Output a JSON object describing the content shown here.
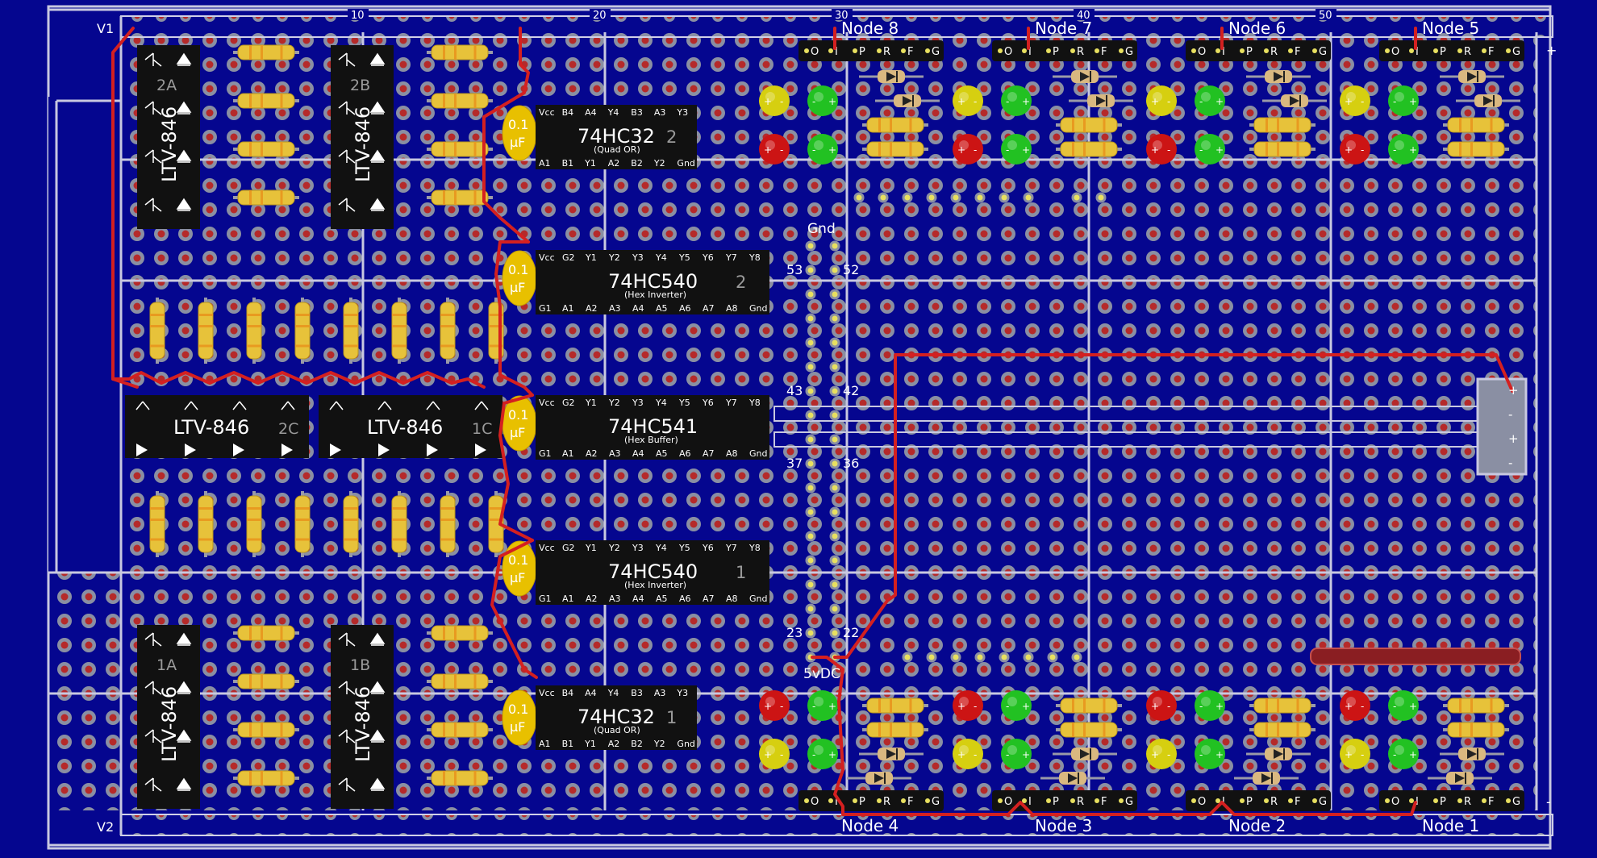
{
  "colors": {
    "background": "#05068f",
    "board_border": "#c8c8e0",
    "pad_ring": "#8a8fa3",
    "pad_hole": "#b52a2a",
    "chip": "#111111",
    "wire": "#d42020",
    "resistor": "#e7c23a",
    "led_red": "#cc1414",
    "led_green": "#22c122",
    "led_yellow": "#d6cf10",
    "capacitor": "#e8c000",
    "bus_bar": "#8a1e22"
  },
  "rails": {
    "top_label": "V1",
    "bottom_label": "V2",
    "plus": "+",
    "minus": "-"
  },
  "ruler": [
    "10",
    "20",
    "30",
    "40",
    "50"
  ],
  "nodes_top": [
    "Node 8",
    "Node 7",
    "Node 6",
    "Node 5"
  ],
  "nodes_bottom": [
    "Node 4",
    "Node 3",
    "Node 2",
    "Node 1"
  ],
  "header_pins": [
    "O",
    "I",
    "P",
    "R",
    "F",
    "G"
  ],
  "optocouplers": [
    {
      "name": "LTV-846",
      "id": "2A"
    },
    {
      "name": "LTV-846",
      "id": "2B"
    },
    {
      "name": "LTV-846",
      "id": "2C"
    },
    {
      "name": "LTV-846",
      "id": "1C"
    },
    {
      "name": "LTV-846",
      "id": "1A"
    },
    {
      "name": "LTV-846",
      "id": "1B"
    }
  ],
  "chips": [
    {
      "name": "74HC32",
      "num": "2",
      "sub": "(Quad OR)",
      "top_pins": [
        "Vcc",
        "B4",
        "A4",
        "Y4",
        "B3",
        "A3",
        "Y3"
      ],
      "bottom_pins": [
        "A1",
        "B1",
        "Y1",
        "A2",
        "B2",
        "Y2",
        "Gnd"
      ]
    },
    {
      "name": "74HC540",
      "num": "2",
      "sub": "(Hex Inverter)",
      "top_pins": [
        "Vcc",
        "G2",
        "Y1",
        "Y2",
        "Y3",
        "Y4",
        "Y5",
        "Y6",
        "Y7",
        "Y8"
      ],
      "bottom_pins": [
        "G1",
        "A1",
        "A2",
        "A3",
        "A4",
        "A5",
        "A6",
        "A7",
        "A8",
        "Gnd"
      ]
    },
    {
      "name": "74HC541",
      "num": "",
      "sub": "(Hex Buffer)",
      "top_pins": [
        "Vcc",
        "G2",
        "Y1",
        "Y2",
        "Y3",
        "Y4",
        "Y5",
        "Y6",
        "Y7",
        "Y8"
      ],
      "bottom_pins": [
        "G1",
        "A1",
        "A2",
        "A3",
        "A4",
        "A5",
        "A6",
        "A7",
        "A8",
        "Gnd"
      ]
    },
    {
      "name": "74HC540",
      "num": "1",
      "sub": "(Hex Inverter)",
      "top_pins": [
        "Vcc",
        "G2",
        "Y1",
        "Y2",
        "Y3",
        "Y4",
        "Y5",
        "Y6",
        "Y7",
        "Y8"
      ],
      "bottom_pins": [
        "G1",
        "A1",
        "A2",
        "A3",
        "A4",
        "A5",
        "A6",
        "A7",
        "A8",
        "Gnd"
      ]
    },
    {
      "name": "74HC32",
      "num": "1",
      "sub": "(Quad OR)",
      "top_pins": [
        "Vcc",
        "B4",
        "A4",
        "Y4",
        "B3",
        "A3",
        "Y3"
      ],
      "bottom_pins": [
        "A1",
        "B1",
        "Y1",
        "A2",
        "B2",
        "Y2",
        "Gnd"
      ]
    }
  ],
  "capacitor": {
    "line1": "0.1",
    "line2": "µF"
  },
  "labels": {
    "gnd": "Gnd",
    "vdc": "5vDC",
    "pins": [
      "53",
      "52",
      "43",
      "42",
      "37",
      "36",
      "23",
      "22"
    ]
  }
}
